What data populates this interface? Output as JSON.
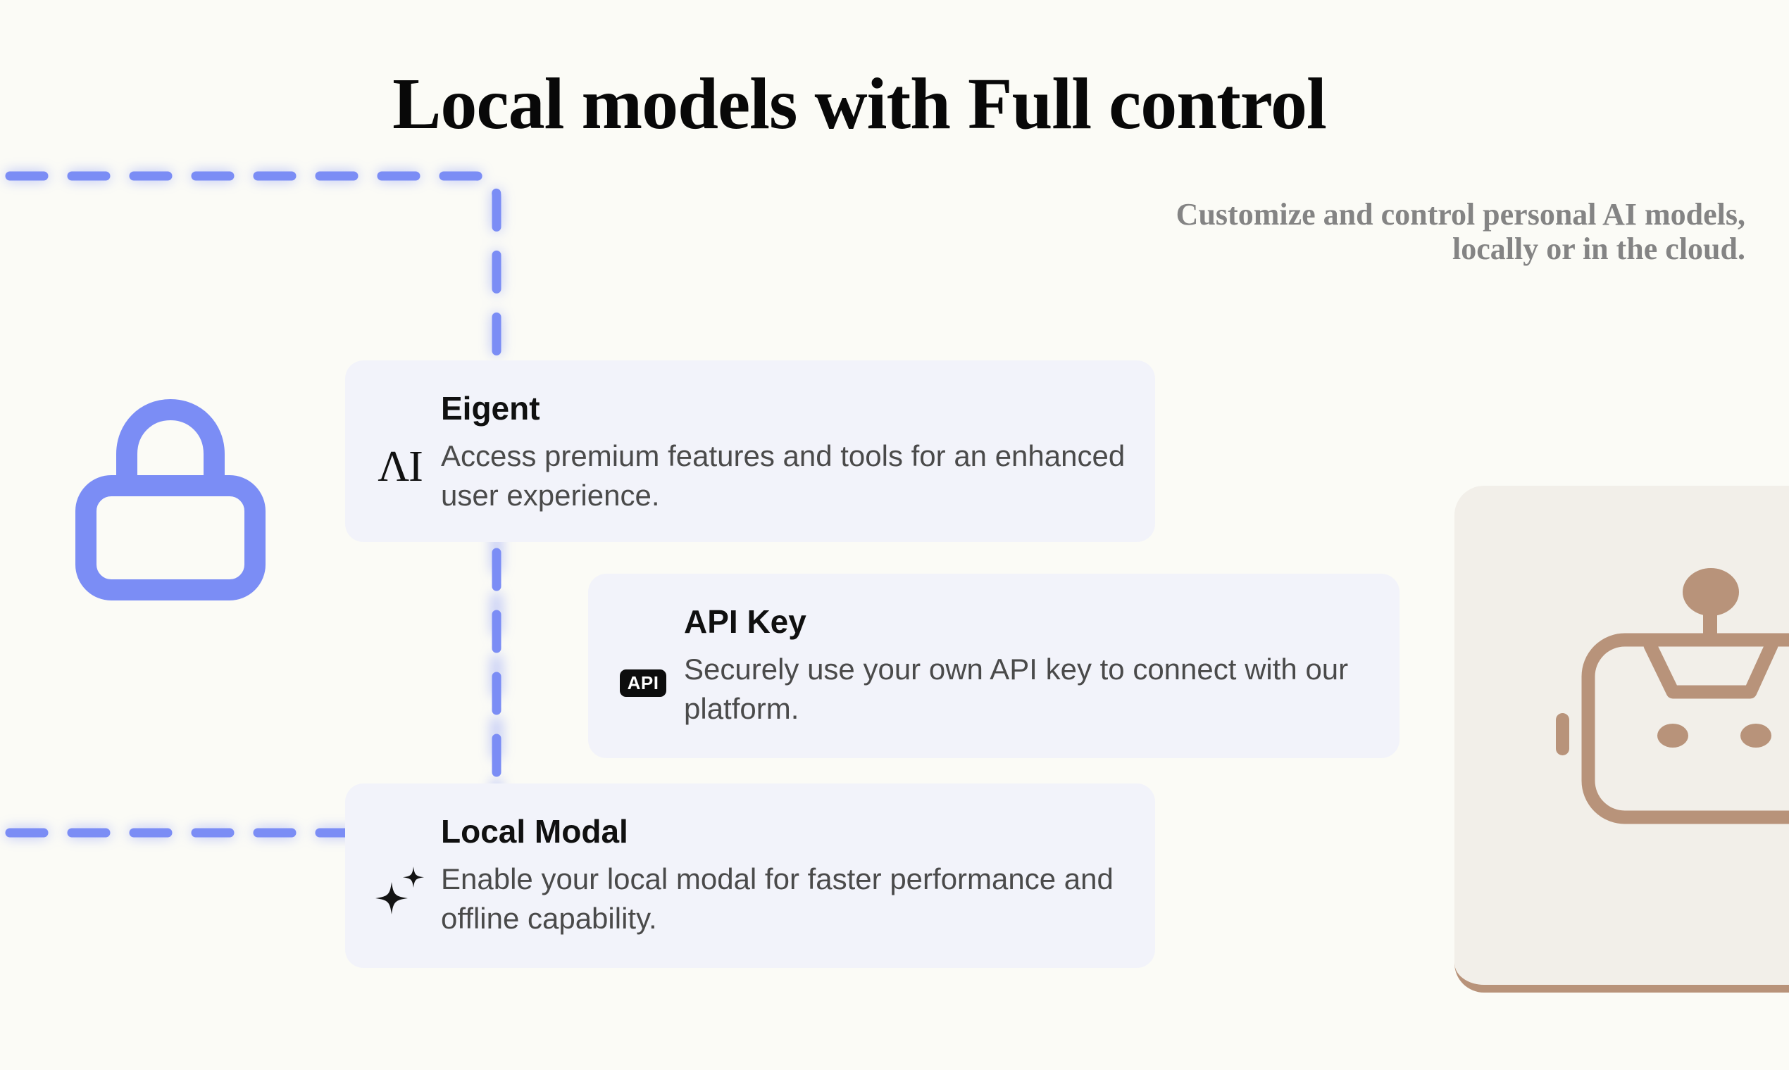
{
  "page": {
    "background_color": "#fbfbf6",
    "accent_color": "#7b8df5",
    "card_color": "#f2f3fa",
    "robot_card_color": "#f2efe9",
    "robot_accent_color": "#b8937a"
  },
  "header": {
    "title": "Local models with Full control",
    "subtitle_line_1": "Customize and control personal AI models,",
    "subtitle_line_2": "locally or in the cloud.",
    "subtitle_color": "#848484"
  },
  "decor": {
    "lock_icon": "lock-icon",
    "lock_color": "#7b8df5",
    "robot_icon": "robot-icon",
    "connector_style": "dashed",
    "connector_color": "#7b8df5"
  },
  "features": [
    {
      "id": "eigent",
      "title": "Eigent",
      "description": "Access premium features and tools for an enhanced user experience.",
      "icon": "eigent-lambda-logo-icon",
      "icon_text": "ΛI"
    },
    {
      "id": "api-key",
      "title": "API Key",
      "description": "Securely use your own API key to connect with our platform.",
      "icon": "api-badge-icon",
      "icon_text": "API"
    },
    {
      "id": "local-modal",
      "title": "Local Modal",
      "description": "Enable your local modal for faster performance and offline capability.",
      "icon": "sparkles-icon",
      "icon_text": ""
    }
  ]
}
